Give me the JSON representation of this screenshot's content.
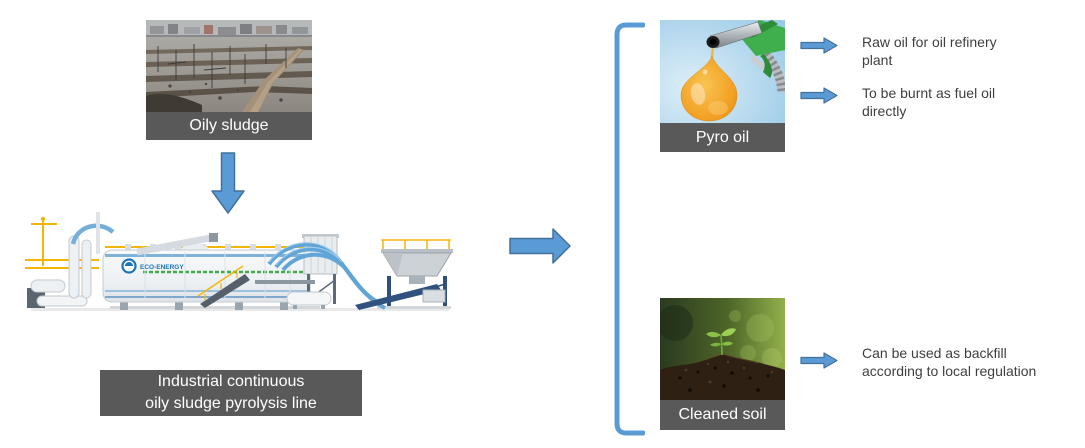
{
  "figures": {
    "oily_sludge": {
      "caption": "Oily sludge"
    },
    "machine": {
      "caption_line1": "Industrial continuous",
      "caption_line2": "oily sludge pyrolysis line",
      "logo_text": "ECO-ENERGY"
    },
    "pyro_oil": {
      "caption": "Pyro oil"
    },
    "cleaned_soil": {
      "caption": "Cleaned soil"
    }
  },
  "outputs": {
    "pyro_oil_uses": [
      {
        "line1": "Raw oil for oil refinery",
        "line2": "plant"
      },
      {
        "line1": "To be burnt as fuel oil",
        "line2": "directly"
      }
    ],
    "cleaned_soil_uses": [
      {
        "line1": "Can be used as backfill",
        "line2": "according to local regulation"
      }
    ]
  },
  "colors": {
    "arrow_fill": "#5B9BD5",
    "arrow_border": "#41719C",
    "bracket": "#5B9BD5",
    "caption_bg": "#595959",
    "caption_text": "#FFFFFF",
    "body_text": "#3F3F3F"
  }
}
